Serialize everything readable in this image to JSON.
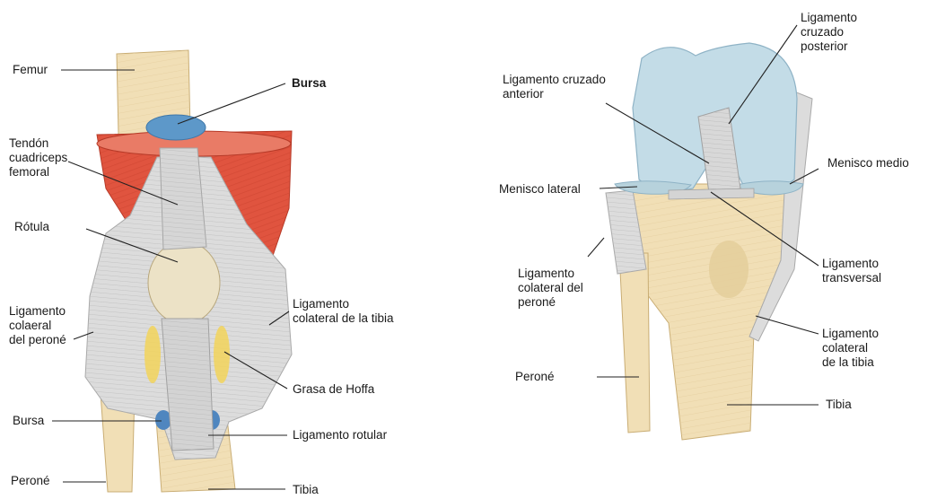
{
  "left_view": {
    "labels": {
      "femur": "Femur",
      "bursa_top": "Bursa",
      "tendon_quadriceps": "Tendón\ncuadriceps\nfemoral",
      "rotula": "Rótula",
      "lig_colateral_perone": "Ligamento\ncolaeral\ndel peroné",
      "bursa_bottom": "Bursa",
      "perone": "Peroné",
      "lig_colateral_tibia": "Ligamento\ncolateral de la tibia",
      "grasa_hoffa": "Grasa de Hoffa",
      "lig_rotular": "Ligamento rotular",
      "tibia": "Tibia"
    }
  },
  "right_view": {
    "labels": {
      "lig_cruzado_posterior": "Ligamento\ncruzado\nposterior",
      "lig_cruzado_anterior": "Ligamento cruzado\nanterior",
      "menisco_medio": "Menisco medio",
      "menisco_lateral": "Menisco lateral",
      "lig_colateral_perone": "Ligamento\ncolateral del\nperoné",
      "lig_transversal": "Ligamento\ntransversal",
      "lig_colateral_tibia": "Ligamento\ncolateral\nde la tibia",
      "perone": "Peroné",
      "tibia": "Tibia"
    }
  },
  "colors": {
    "bone": "#f1dfb6",
    "bone_shade": "#d9bf8c",
    "muscle": "#e0543f",
    "ligament": "#dcdcdc",
    "cartilage": "#c3dce7",
    "bursa": "#5d98c9",
    "fat": "#f2d45a",
    "leader_line": "#222222"
  }
}
